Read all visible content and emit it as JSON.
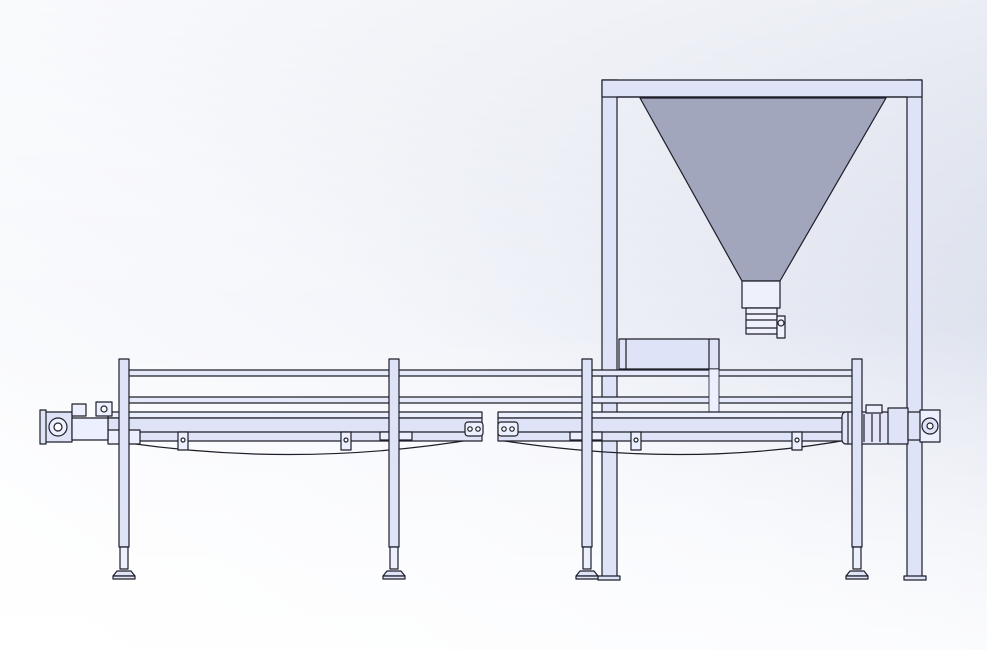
{
  "scene": {
    "kind": "cad-side-view",
    "colors": {
      "background_light": "#ffffff",
      "background_shade": "#cfd5e6",
      "part_fill": "#dfe3f7",
      "part_fill_light": "#eceffd",
      "line": "#1e1e28",
      "hopper_fill": "#a2a6bd",
      "hopper_outlet": "#eef0fb"
    },
    "components": {
      "frame": "hopper-support-frame",
      "hopper": "hopper",
      "conveyor_left": "conveyor-section-left",
      "conveyor_right": "conveyor-section-right",
      "motor": "drive-motor",
      "gearbox": "gearbox",
      "legs": "support-legs",
      "guard": "side-guard-rails"
    }
  }
}
